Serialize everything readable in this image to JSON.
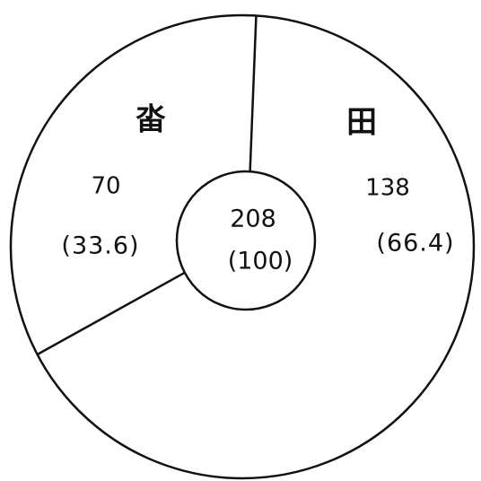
{
  "chart_data": {
    "type": "pie",
    "title": "",
    "total": {
      "value": "208",
      "percent": "(100)"
    },
    "slices": [
      {
        "label": "畓",
        "value": 70,
        "value_text": "70",
        "percent": 33.6,
        "percent_text": "(33.6)"
      },
      {
        "label": "田",
        "value": 138,
        "value_text": "138",
        "percent": 66.4,
        "percent_text": "(66.4)"
      }
    ],
    "colors": {
      "ink": "#111111",
      "background": "#ffffff"
    }
  }
}
